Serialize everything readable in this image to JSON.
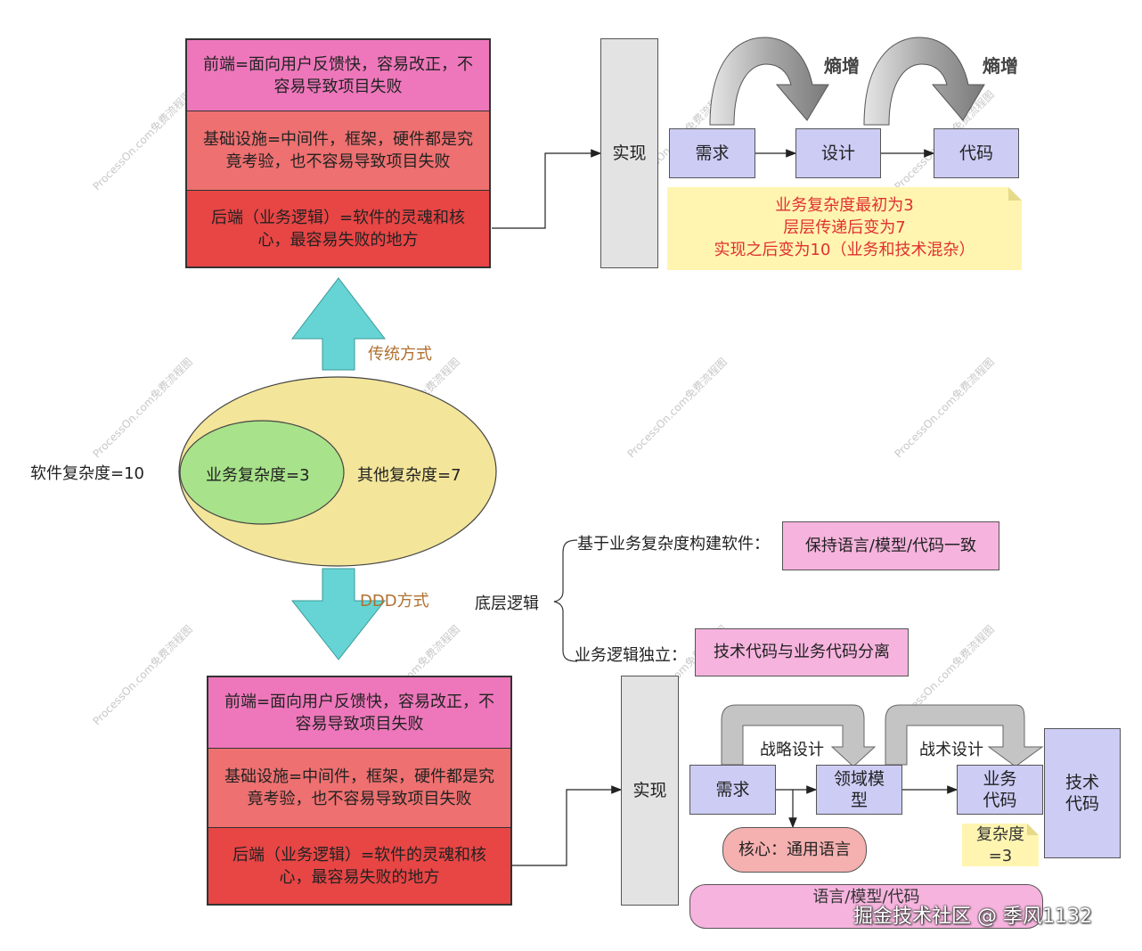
{
  "traditional": {
    "stack": [
      {
        "text": "前端=面向用户反馈快，容易改正，不容易导致项目失败",
        "color": "#ee77bb"
      },
      {
        "text": "基础设施=中间件，框架，硬件都是究竟考验，也不容易导致项目失败",
        "color": "#ee7070"
      },
      {
        "text": "后端（业务逻辑）=软件的灵魂和核心，最容易失败的地方",
        "color": "#e84545"
      }
    ],
    "impl_label": "实现",
    "flow": [
      "需求",
      "设计",
      "代码"
    ],
    "entropy_label": "熵增",
    "note": [
      "业务复杂度最初为3",
      "层层传递后变为7",
      "实现之后变为10（业务和技术混杂）"
    ],
    "arrow_label": "传统方式"
  },
  "center": {
    "total_label": "软件复杂度=10",
    "business_label": "业务复杂度=3",
    "other_label": "其他复杂度=7"
  },
  "ddd": {
    "arrow_label": "DDD方式",
    "stack": [
      {
        "text": "前端=面向用户反馈快，容易改正，不容易导致项目失败",
        "color": "#ee77bb"
      },
      {
        "text": "基础设施=中间件，框架，硬件都是究竟考验，也不容易导致项目失败",
        "color": "#ee7070"
      },
      {
        "text": "后端（业务逻辑）=软件的灵魂和核心，最容易失败的地方",
        "color": "#e84545"
      }
    ],
    "impl_label": "实现",
    "requirement": "需求",
    "domain_model": "领域模型",
    "business_code": "业务代码",
    "tech_code": "技术代码",
    "strategic_label": "战略设计",
    "tactical_label": "战术设计",
    "core_label": "核心：通用语言",
    "complexity_note": "复杂度=3",
    "language_bar": "语言/模型/代码"
  },
  "logic": {
    "title": "底层逻辑",
    "item1_label": "基于业务复杂度构建软件：",
    "item1_box": "保持语言/模型/代码一致",
    "item2_label": "业务逻辑独立：",
    "item2_box": "技术代码与业务代码分离"
  },
  "watermark": "ProcessOn.com免费流程图",
  "footer": "掘金技术社区 @ 季风1132",
  "colors": {
    "teal_arrow": "#66d4d4",
    "blue_box": "#ccccf5",
    "pink_box": "#f5b3dd",
    "note_yellow": "#fff5b0",
    "ellipse_outer": "#f3e59a",
    "ellipse_inner": "#a8e28a",
    "gray_bar": "#e3e3e3"
  }
}
